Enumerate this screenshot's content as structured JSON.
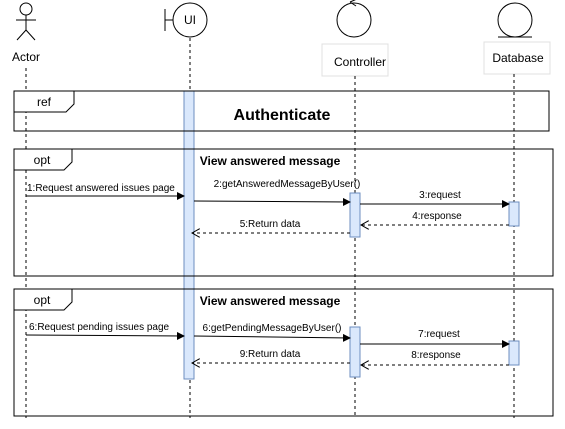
{
  "participants": {
    "actor": "Actor",
    "ui": "UI",
    "controller": "Controller",
    "database": "Database"
  },
  "ref_frame": {
    "tag": "ref",
    "title": "Authenticate"
  },
  "opt_frames": [
    {
      "tag": "opt",
      "condition": "View answered message",
      "messages": [
        {
          "label": "1:Request answered issues page",
          "from": "actor",
          "to": "ui",
          "kind": "call"
        },
        {
          "label": "2:getAnsweredMessageByUser()",
          "from": "ui",
          "to": "controller",
          "kind": "call"
        },
        {
          "label": "3:request",
          "from": "controller",
          "to": "database",
          "kind": "call"
        },
        {
          "label": "4:response",
          "from": "database",
          "to": "controller",
          "kind": "return"
        },
        {
          "label": "5:Return data",
          "from": "controller",
          "to": "ui",
          "kind": "return"
        }
      ]
    },
    {
      "tag": "opt",
      "condition": "View answered message",
      "messages": [
        {
          "label": "6:Request pending issues page",
          "from": "actor",
          "to": "ui",
          "kind": "call"
        },
        {
          "label": "6:getPendingMessageByUser()",
          "from": "ui",
          "to": "controller",
          "kind": "call"
        },
        {
          "label": "7:request",
          "from": "controller",
          "to": "database",
          "kind": "call"
        },
        {
          "label": "8:response",
          "from": "database",
          "to": "controller",
          "kind": "return"
        },
        {
          "label": "9:Return data",
          "from": "controller",
          "to": "ui",
          "kind": "return"
        }
      ]
    }
  ]
}
